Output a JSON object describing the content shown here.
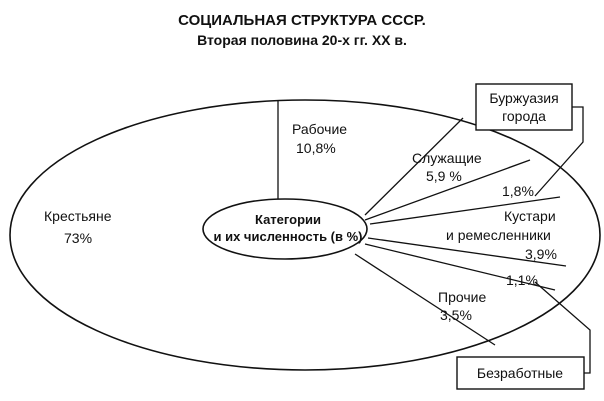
{
  "chart_data": {
    "type": "pie",
    "title": "СОЦИАЛЬНАЯ СТРУКТУРА СССР.",
    "subtitle": "Вторая половина 20-х гг. XX в.",
    "center_label": [
      "Категории",
      "и их численность (в %)"
    ],
    "slices": [
      {
        "label": "Рабочие",
        "value": 10.8,
        "value_text": "10,8%"
      },
      {
        "label": "Служащие",
        "value": 5.9,
        "value_text": "5,9 %"
      },
      {
        "label": "Буржуазия города",
        "value": 1.8,
        "value_text": "1,8%"
      },
      {
        "label": "Кустари и ремесленники",
        "value": 3.9,
        "value_text": "3,9%"
      },
      {
        "label": "Безработные",
        "value": 1.1,
        "value_text": "1,1%"
      },
      {
        "label": "Прочие",
        "value": 3.5,
        "value_text": "3,5%"
      },
      {
        "label": "Крестьяне",
        "value": 73,
        "value_text": "73%"
      }
    ],
    "callouts": {
      "bourgeoisie": "Буржуазия города",
      "unemployed": "Безработные"
    },
    "labels": {
      "workers": [
        "Рабочие",
        "10,8%"
      ],
      "employees": [
        "Служащие",
        "5,9 %"
      ],
      "bourg_value": "1,8%",
      "artisans": [
        "Кустари",
        "и ремесленники",
        "3,9%"
      ],
      "unemp_value": "1,1%",
      "other": [
        "Прочие",
        "3,5%"
      ],
      "peasants": [
        "Крестьяне",
        "73%"
      ]
    }
  }
}
